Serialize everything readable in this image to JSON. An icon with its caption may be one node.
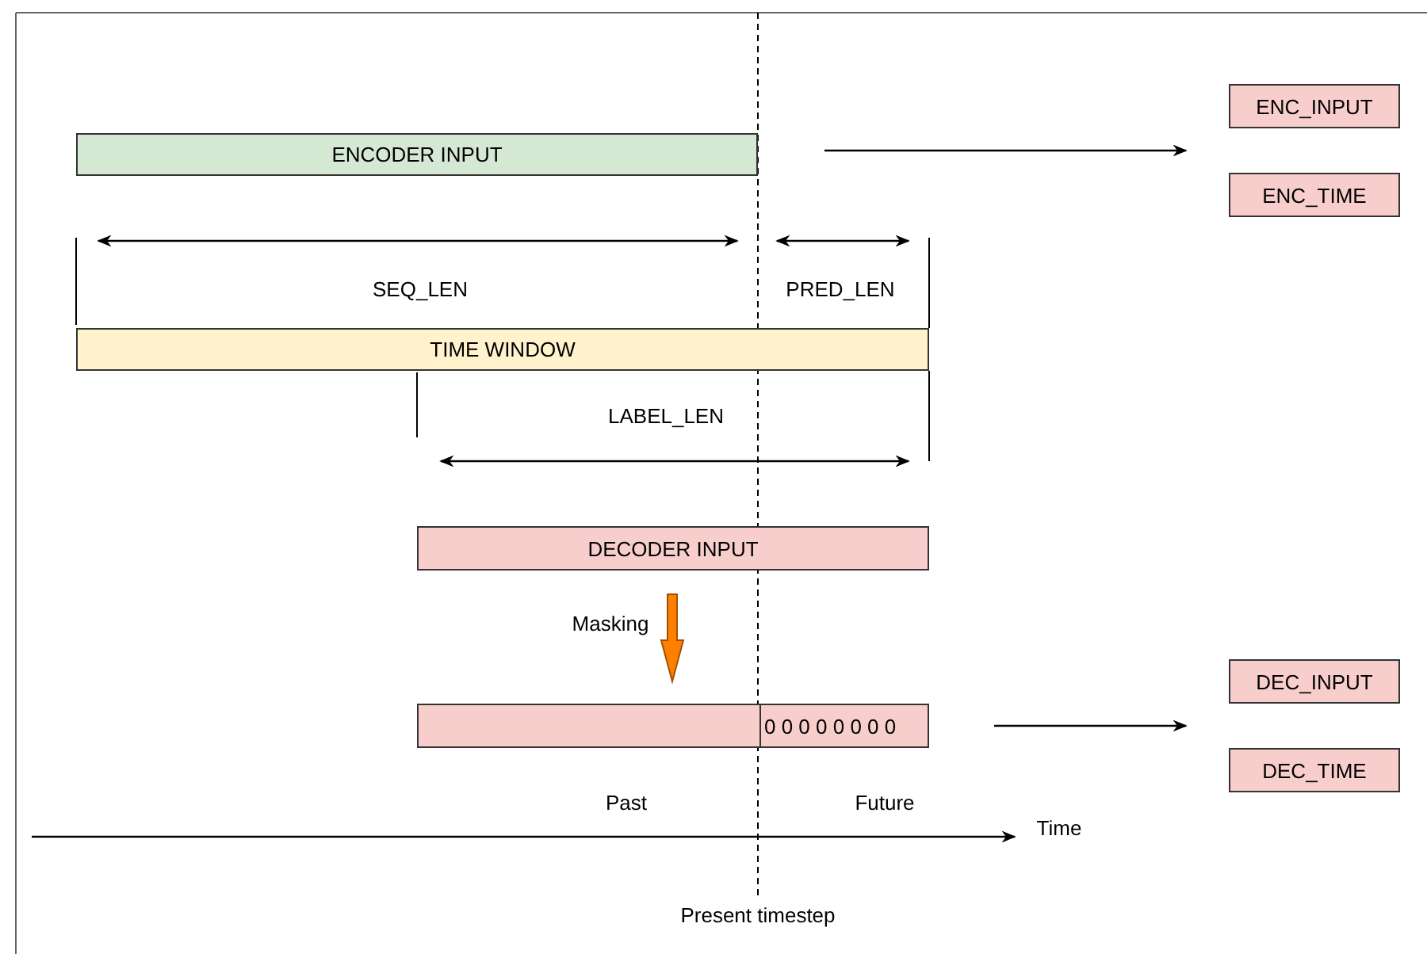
{
  "diagram": {
    "nodes": [
      {
        "text": [
          "ENCODER INPUT"
        ]
      },
      {
        "text": [
          "TIME WINDOW"
        ]
      },
      {
        "text": [
          "DECODER INPUT"
        ]
      },
      {
        "text": [
          "0 0 0 0 0 0 0 0"
        ]
      },
      {
        "text": [
          "ENC_INPUT"
        ]
      },
      {
        "text": [
          "ENC_TIME"
        ]
      },
      {
        "text": [
          "DEC_INPUT"
        ]
      },
      {
        "text": [
          "DEC_TIME"
        ]
      }
    ],
    "edges": [
      {
        "from": 0,
        "to": 4,
        "arrow": "to"
      },
      {
        "from": 0,
        "to": 5,
        "arrow": "to"
      },
      {
        "from": 2,
        "to": 3,
        "arrow": "to",
        "label": "Masking",
        "style": "thick",
        "color": "#ff8000"
      },
      {
        "from": 3,
        "to": 6,
        "arrow": "to"
      },
      {
        "from": 3,
        "to": 7,
        "arrow": "to"
      }
    ],
    "labels": [
      "SEQ_LEN",
      "PRED_LEN",
      "LABEL_LEN",
      "Past",
      "Future",
      "Time",
      "Present timestep"
    ]
  }
}
